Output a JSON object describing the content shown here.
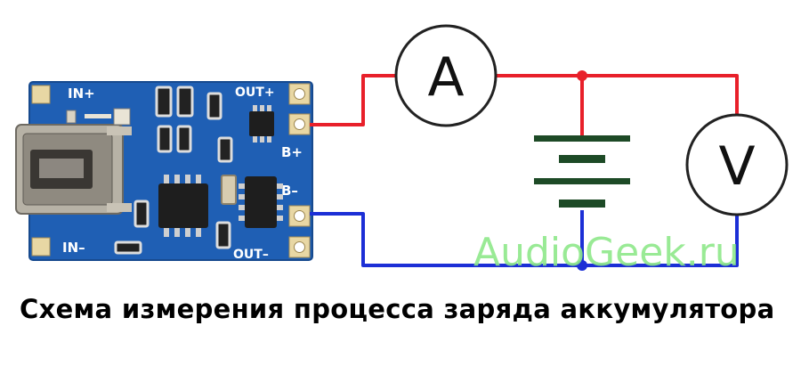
{
  "board": {
    "labels": {
      "in_plus": "IN+",
      "in_minus": "IN–",
      "out_plus": "OUT+",
      "out_minus": "OUT–",
      "b_plus": "B+",
      "b_minus": "B–"
    }
  },
  "meters": {
    "ammeter": "A",
    "voltmeter": "V"
  },
  "watermark": "AudioGeek.ru",
  "caption": "Схема измерения процесса заряда аккумулятора",
  "colors": {
    "positive_wire": "#e8202a",
    "negative_wire": "#1c2fd6",
    "battery": "#1d4a26",
    "pcb": "#1f5fb4",
    "watermark": "#8ee88a"
  }
}
